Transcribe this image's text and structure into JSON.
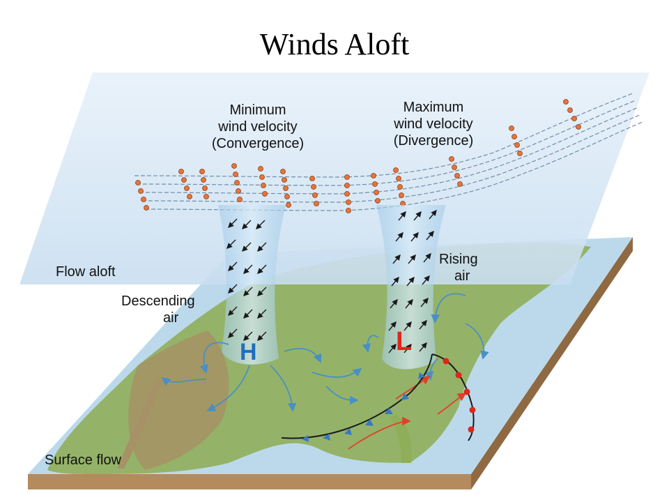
{
  "slide": {
    "title": "Winds Aloft"
  },
  "figure": {
    "labels": {
      "min_wind_line1": "Minimum",
      "min_wind_line2": "wind velocity",
      "min_wind_line3": "(Convergence)",
      "max_wind_line1": "Maximum",
      "max_wind_line2": "wind velocity",
      "max_wind_line3": "(Divergence)",
      "flow_aloft": "Flow aloft",
      "descending_line1": "Descending",
      "descending_line2": "air",
      "rising_line1": "Rising",
      "rising_line2": "air",
      "surface_flow": "Surface flow",
      "high": "H",
      "low": "L"
    },
    "colors": {
      "high_marker": "#1f6fbf",
      "low_marker": "#e0261b",
      "upper_plane": "#cfe3f3",
      "land": "#8fae5a",
      "ocean": "#b7d8ee",
      "base_edge": "#b58a5d",
      "warm_flow": "#e0402a",
      "cool_flow": "#4a8fc4"
    }
  }
}
